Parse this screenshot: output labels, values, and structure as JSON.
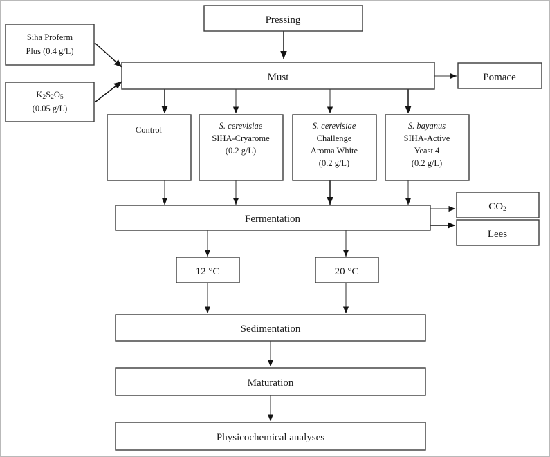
{
  "diagram": {
    "title": "Winemaking process flowchart",
    "type": "process-flowchart",
    "colors": {
      "box_stroke": "#3a3a3a",
      "arrow_stroke": "#5e5e5e",
      "arrow_stroke_dark": "#141414",
      "text": "#1a1a1a",
      "background": "#ffffff"
    },
    "nodes": {
      "pressing": {
        "label": "Pressing"
      },
      "additive_siha": {
        "line1": "Siha Proferm",
        "line2": "Plus (0.4 g/L)"
      },
      "additive_k2s2o5": {
        "formula_pre": "K",
        "sub1": "2",
        "formula_mid": "S",
        "sub2": "2",
        "formula_post": "O",
        "sub3": "5",
        "line2": "(0.05 g/L)"
      },
      "must": {
        "label": "Must"
      },
      "pomace": {
        "label": "Pomace"
      },
      "treatment_control": {
        "label": "Control"
      },
      "treatment_cryarome": {
        "line1": "S. cerevisiae",
        "line2": "SIHA-Cryarome",
        "line3": "(0.2 g/L)"
      },
      "treatment_aroma_white": {
        "line1": "S. cerevisiae",
        "line2": "Challenge",
        "line3": "Aroma White",
        "line4": "(0.2 g/L)"
      },
      "treatment_bayanus": {
        "line1": "S. bayanus",
        "line2": "SIHA-Active",
        "line3": "Yeast 4",
        "line4": "(0.2 g/L)"
      },
      "fermentation": {
        "label": "Fermentation"
      },
      "byproduct_co2": {
        "pre": "CO",
        "sub": "2"
      },
      "byproduct_lees": {
        "label": "Lees"
      },
      "temp_low": {
        "label": "12 °C"
      },
      "temp_high": {
        "label": "20 °C"
      },
      "sedimentation": {
        "label": "Sedimentation"
      },
      "maturation": {
        "label": "Maturation"
      },
      "analyses": {
        "label": "Physicochemical analyses"
      }
    }
  }
}
